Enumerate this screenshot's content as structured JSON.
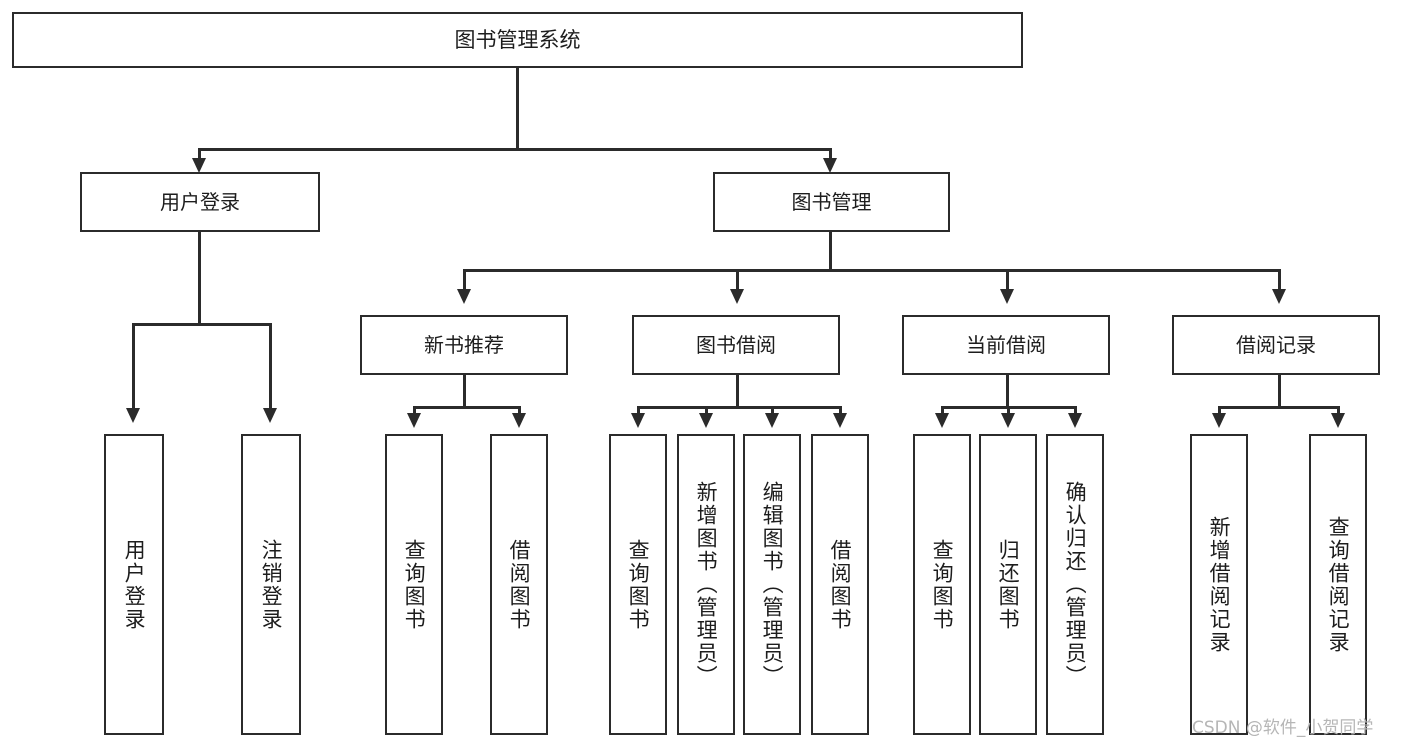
{
  "diagram": {
    "type": "tree",
    "title": "图书管理系统",
    "background_color": "#ffffff",
    "line_color": "#2b2b2b",
    "text_color": "#1d1d1d",
    "root": {
      "label": "图书管理系统"
    },
    "level1": [
      {
        "label": "用户登录"
      },
      {
        "label": "图书管理"
      }
    ],
    "level2": [
      {
        "label": "新书推荐"
      },
      {
        "label": "图书借阅"
      },
      {
        "label": "当前借阅"
      },
      {
        "label": "借阅记录"
      }
    ],
    "leaves": {
      "user_login": [
        {
          "label": "用户登录"
        },
        {
          "label": "注销登录"
        }
      ],
      "new_book_recommend": [
        {
          "label": "查询图书"
        },
        {
          "label": "借阅图书"
        }
      ],
      "book_borrow": [
        {
          "label": "查询图书"
        },
        {
          "label": "新增图书（管理员）"
        },
        {
          "label": "编辑图书（管理员）"
        },
        {
          "label": "借阅图书"
        }
      ],
      "current_borrow": [
        {
          "label": "查询图书"
        },
        {
          "label": "归还图书"
        },
        {
          "label": "确认归还（管理员）"
        }
      ],
      "borrow_record": [
        {
          "label": "新增借阅记录"
        },
        {
          "label": "查询借阅记录"
        }
      ]
    }
  },
  "watermark": {
    "text": "CSDN @软件_小贺同学",
    "color": "#b6b6b6"
  }
}
